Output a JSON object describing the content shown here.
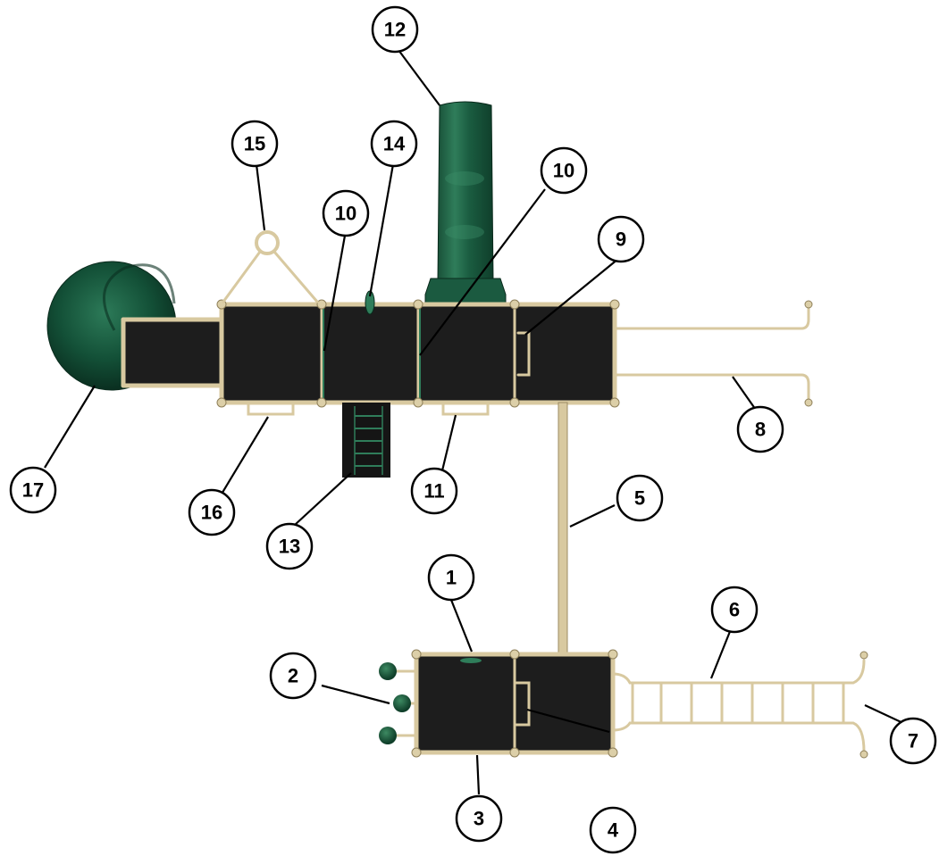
{
  "colors": {
    "deck": "#1d1d1d",
    "frame": "#d8c9a0",
    "accent_green": "#1f5a3f",
    "dark_green": "#0f3a28",
    "callout_stroke": "#000000"
  },
  "callouts": [
    {
      "id": "c1",
      "label": "1"
    },
    {
      "id": "c2",
      "label": "2"
    },
    {
      "id": "c3",
      "label": "3"
    },
    {
      "id": "c4",
      "label": "4"
    },
    {
      "id": "c5",
      "label": "5"
    },
    {
      "id": "c6",
      "label": "6"
    },
    {
      "id": "c7",
      "label": "7"
    },
    {
      "id": "c8",
      "label": "8"
    },
    {
      "id": "c9",
      "label": "9"
    },
    {
      "id": "c10a",
      "label": "10"
    },
    {
      "id": "c10b",
      "label": "10"
    },
    {
      "id": "c11",
      "label": "11"
    },
    {
      "id": "c12",
      "label": "12"
    },
    {
      "id": "c13",
      "label": "13"
    },
    {
      "id": "c14",
      "label": "14"
    },
    {
      "id": "c15",
      "label": "15"
    },
    {
      "id": "c16",
      "label": "16"
    },
    {
      "id": "c17",
      "label": "17"
    }
  ]
}
